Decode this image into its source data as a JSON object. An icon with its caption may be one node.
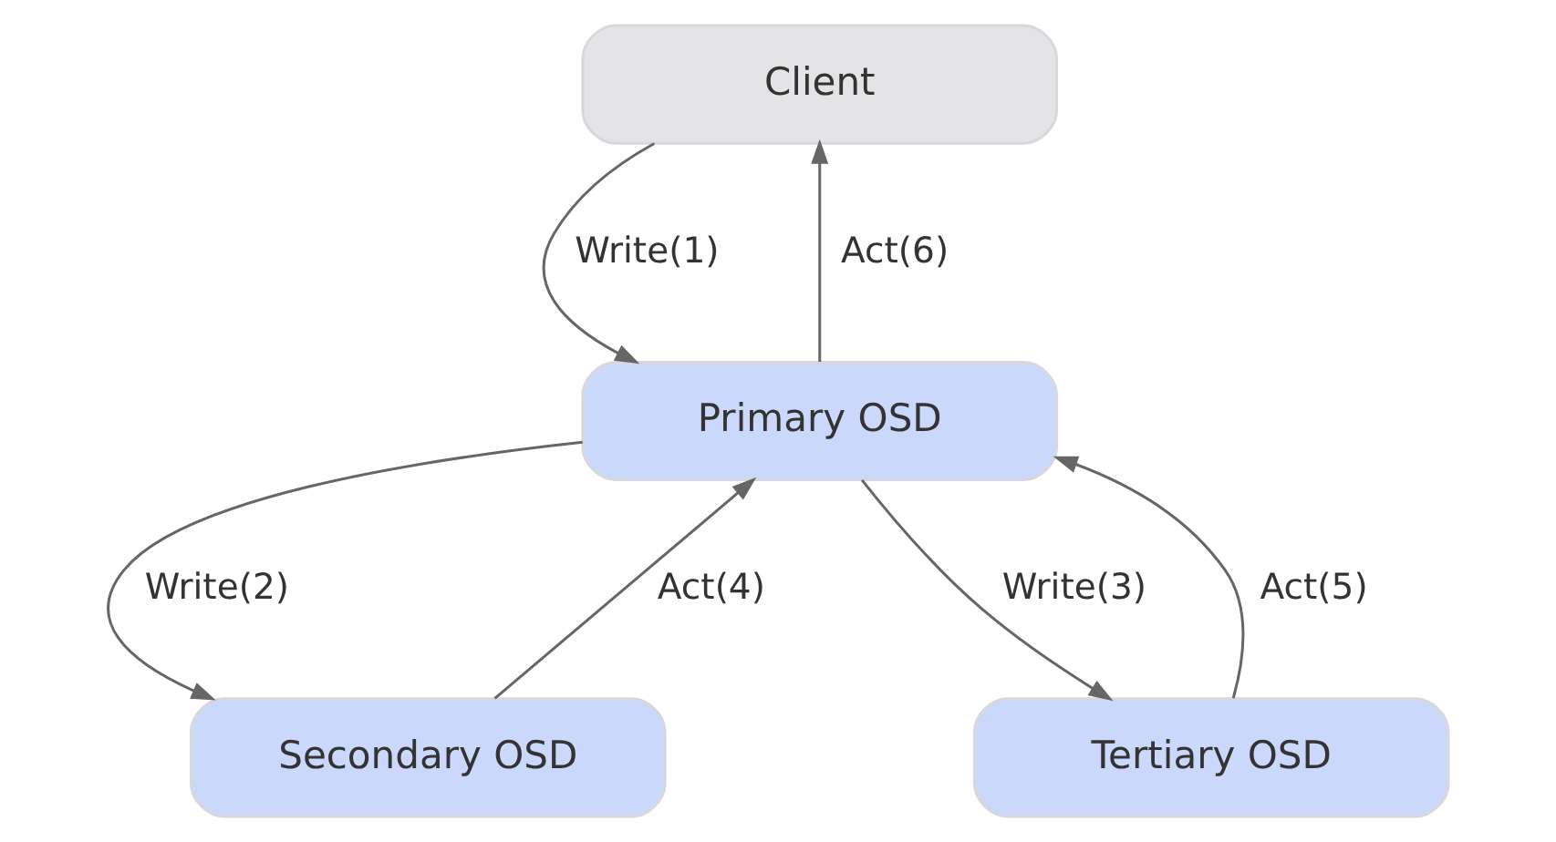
{
  "diagram": {
    "nodes": [
      {
        "text": [
          "Client"
        ]
      },
      {
        "text": [
          "Primary OSD"
        ]
      },
      {
        "text": [
          "Secondary OSD"
        ]
      },
      {
        "text": [
          "Tertiary OSD"
        ]
      }
    ],
    "edges": [
      {
        "from": 0,
        "to": 1,
        "arrow": "to",
        "label": "Write(1)"
      },
      {
        "from": 1,
        "to": 2,
        "arrow": "to",
        "label": "Write(2)"
      },
      {
        "from": 1,
        "to": 3,
        "arrow": "to",
        "label": "Write(3)"
      },
      {
        "from": 2,
        "to": 1,
        "arrow": "to",
        "label": "Act(4)"
      },
      {
        "from": 3,
        "to": 1,
        "arrow": "to",
        "label": "Act(5)"
      },
      {
        "from": 1,
        "to": 0,
        "arrow": "to",
        "label": "Act(6)"
      }
    ]
  }
}
